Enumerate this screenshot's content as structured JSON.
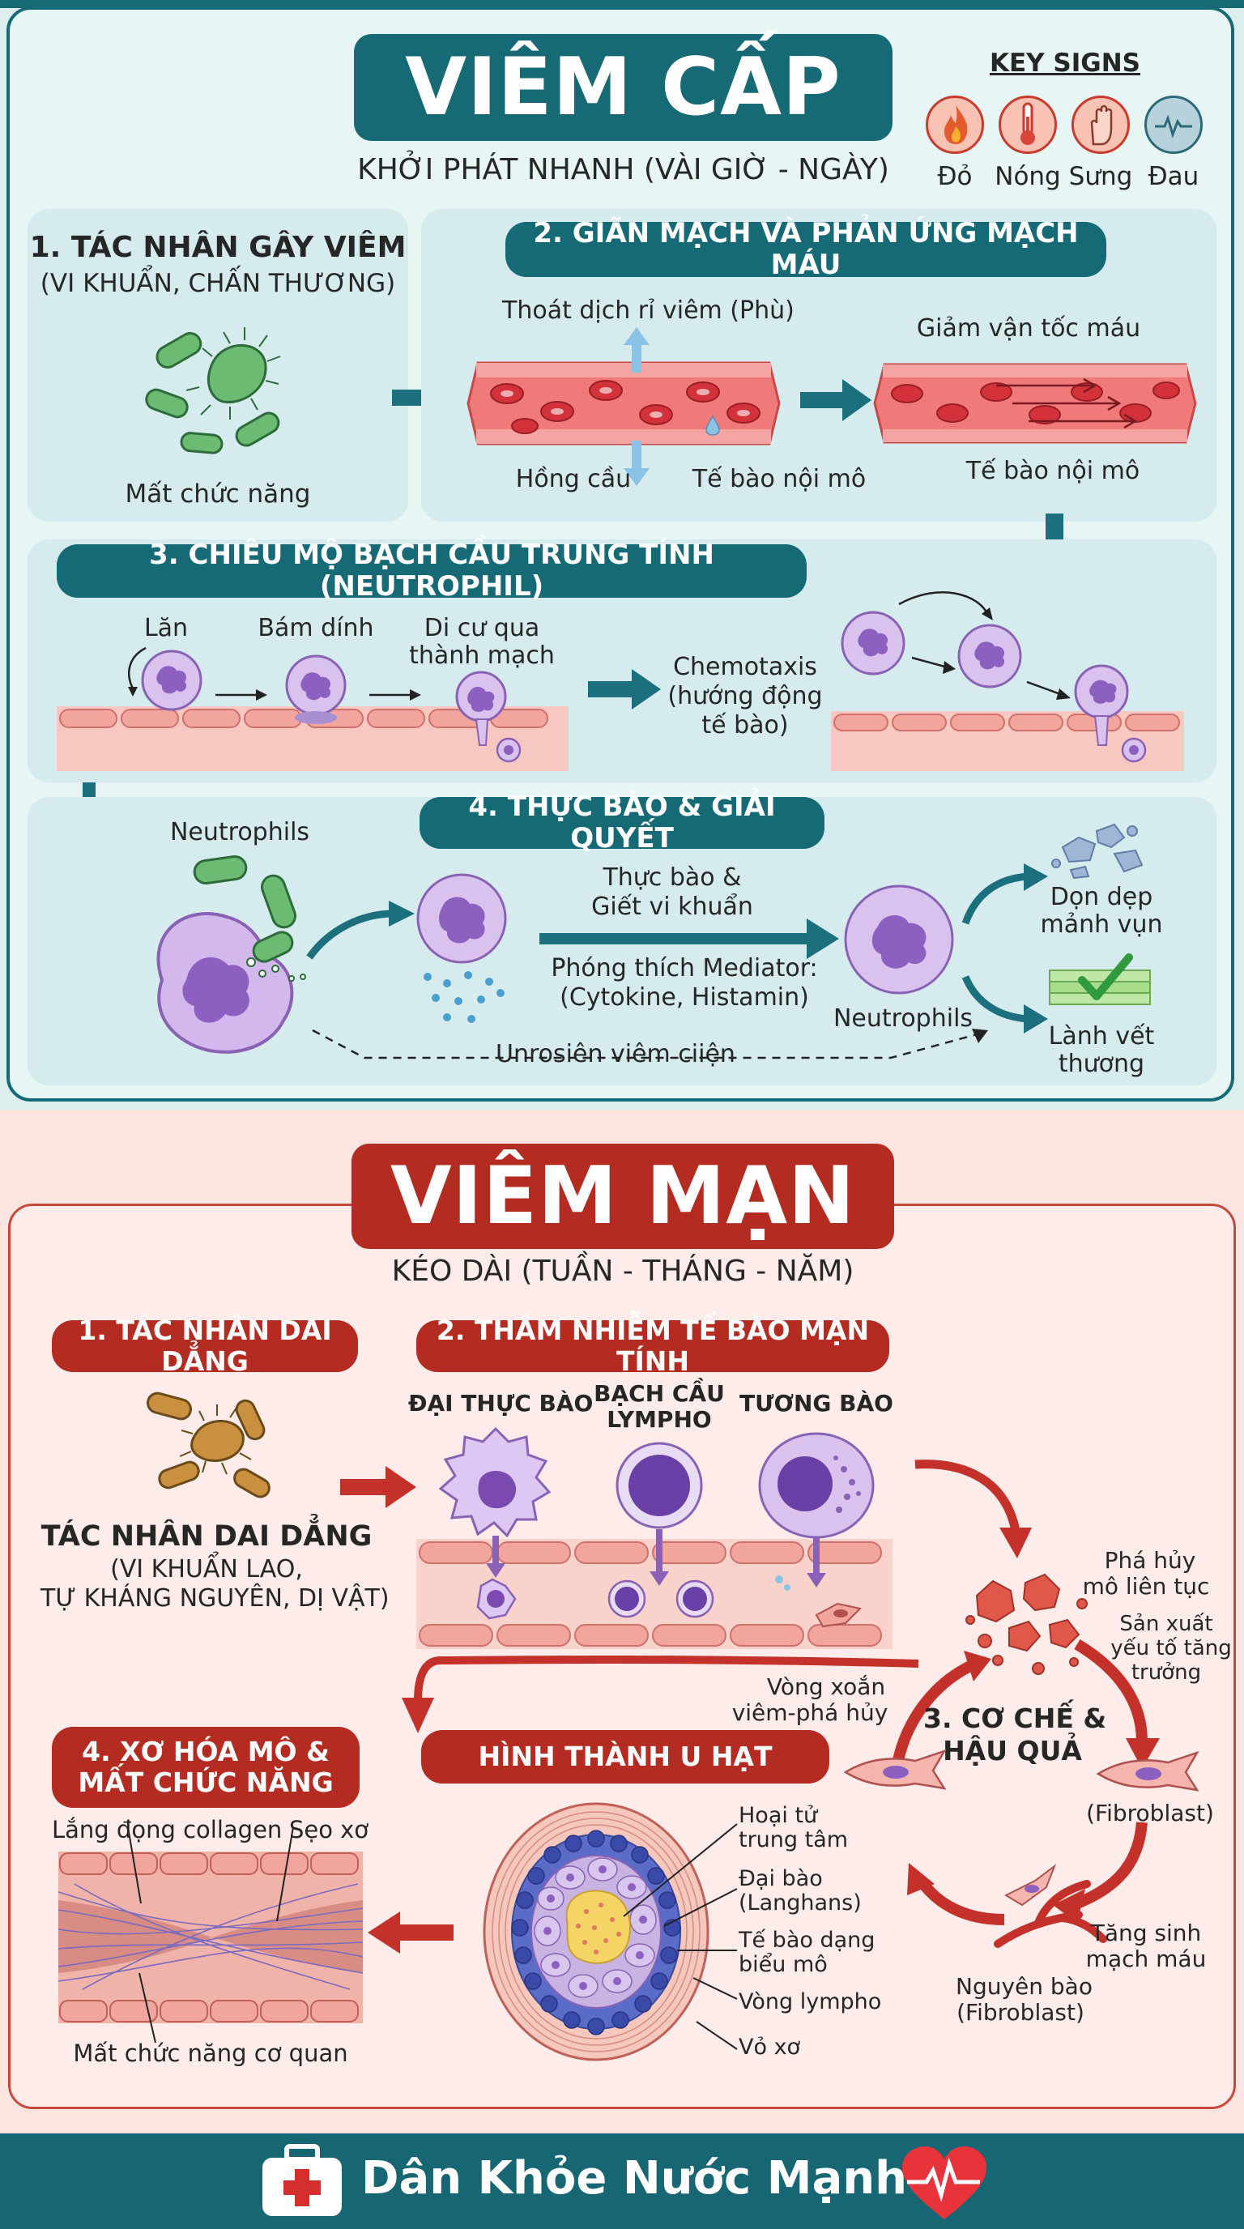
{
  "acute": {
    "title": "VIÊM CẤP",
    "subtitle": "KHỞI PHÁT NHANH (VÀI GIỜ - NGÀY)",
    "key_signs_title": "KEY SIGNS",
    "key_signs": [
      {
        "label": "Đỏ",
        "icon": "flame-icon",
        "color": "#e25b2c"
      },
      {
        "label": "Nóng",
        "icon": "thermometer-icon",
        "color": "#d8453a"
      },
      {
        "label": "Sưng",
        "icon": "hand-icon",
        "color": "#d8553a"
      },
      {
        "label": "Đau",
        "icon": "pulse-icon",
        "color": "#2c6a7a"
      }
    ],
    "step1": {
      "title": "1. TÁC NHÂN GÂY VIÊM",
      "subtitle": "(VI KHUẨN, CHẤN THƯƠNG)",
      "caption": "Mất chức năng"
    },
    "step2": {
      "title": "2. GIÃN MẠCH VÀ PHẢN ỨNG MẠCH MÁU",
      "exudate": "Thoát dịch rỉ viêm (Phù)",
      "rbc": "Hồng cầu",
      "endo1": "Tế bào nội mô",
      "slow": "Giảm vận tốc máu",
      "endo2": "Tế bào nội mô"
    },
    "step3": {
      "title": "3. CHIÊU MỘ BẠCH CẦU TRUNG TÍNH (NEUTROPHIL)",
      "roll": "Lăn",
      "adhere": "Bám dính",
      "migrate1": "Di cư qua",
      "migrate2": "thành mạch",
      "chemo1": "Chemotaxis",
      "chemo2": "(hướng động",
      "chemo3": "tế bào)"
    },
    "step4": {
      "title": "4. THỰC BÀO & GIẢI QUYẾT",
      "neutrophils_left": "Neutrophils",
      "phago1": "Thực bào &",
      "phago2": "Giết vi khuẩn",
      "med1": "Phóng thích Mediator:",
      "med2": "(Cytokine, Histamin)",
      "neutrophils_right": "Neutrophils",
      "cleanup1": "Dọn dẹp",
      "cleanup2": "mảnh vụn",
      "heal1": "Lành vết",
      "heal2": "thương",
      "unresolved": "Unrosiên viêm ciiện"
    }
  },
  "chronic": {
    "title": "VIÊM MẠN",
    "subtitle": "KÉO DÀI (TUẦN - THÁNG - NĂM)",
    "step1": {
      "title": "1. TÁC NHÂN DAI DẲNG",
      "bold": "TÁC NHÂN DAI DẲNG",
      "line1": "(VI KHUẨN LAO,",
      "line2": "TỰ KHÁNG NGUYÊN, DỊ VẬT)"
    },
    "step2": {
      "title": "2. THÂM NHIỄM TẾ BÀO MẠN TÍNH",
      "macrophage": "ĐẠI THỰC BÀO",
      "lympho1": "BẠCH CẦU",
      "lympho2": "LYMPHO",
      "plasma": "TƯƠNG BÀO"
    },
    "step3": {
      "title1": "3. CƠ CHẾ &",
      "title2": "HẬU QUẢ",
      "destroy1": "Phá hủy",
      "destroy2": "mô liên tục",
      "growth1": "Sản xuất",
      "growth2": "yếu tố tăng",
      "growth3": "trưởng",
      "fibro": "(Fibroblast)",
      "angio1": "Tăng sinh",
      "angio2": "mạch máu",
      "fibroblast1": "Nguyên bào",
      "fibroblast2": "(Fibroblast)",
      "loop1": "Vòng xoắn",
      "loop2": "viêm-phá hủy"
    },
    "granuloma": {
      "title": "HÌNH THÀNH U HẠT",
      "necrosis1": "Hoại tử",
      "necrosis2": "trung tâm",
      "giant1": "Đại bào",
      "giant2": "(Langhans)",
      "epi1": "Tế bào dạng",
      "epi2": "biểu mô",
      "lympho": "Vòng lympho",
      "capsule": "Vỏ xơ"
    },
    "step4": {
      "title1": "4. XƠ HÓA MÔ &",
      "title2": "MẤT CHỨC NĂNG",
      "collagen": "Lắng đọng collagen",
      "scar": "Sẹo xơ",
      "loss": "Mất chức năng cơ quan"
    }
  },
  "footer": {
    "brand": "Dân Khỏe Nước Mạnh"
  },
  "colors": {
    "teal": "#156a75",
    "red": "#b42b22",
    "acute_bg": "#e6f4f5",
    "chronic_bg": "#fdebe8"
  }
}
